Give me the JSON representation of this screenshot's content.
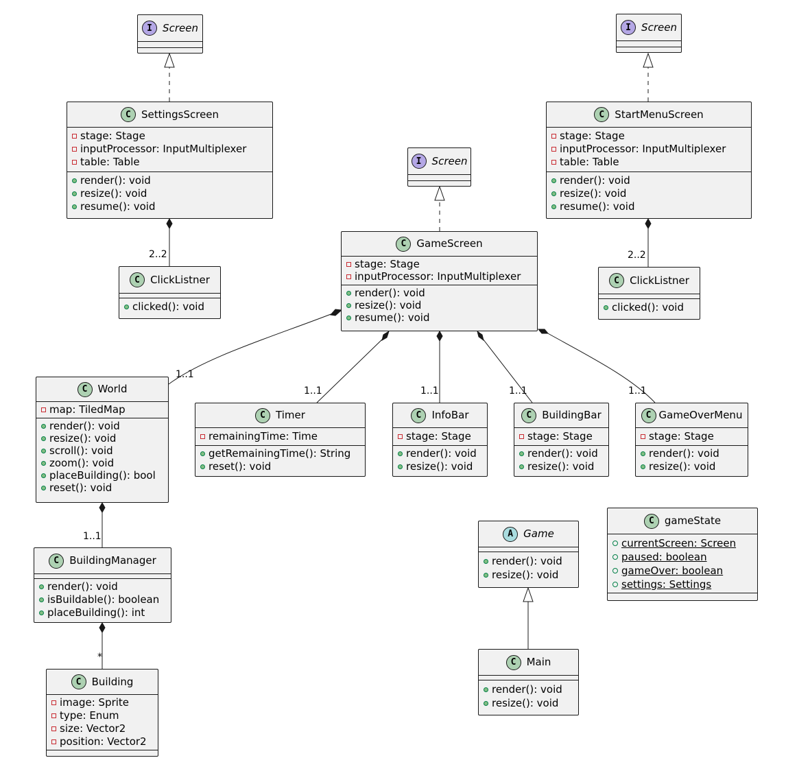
{
  "interfaces": {
    "screen_label": "Screen"
  },
  "abstract_game": {
    "name": "Game",
    "methods": [
      "render(): void",
      "resize(): void"
    ]
  },
  "classes": {
    "settings_screen": {
      "name": "SettingsScreen",
      "fields": [
        "stage: Stage",
        "inputProcessor: InputMultiplexer",
        "table: Table"
      ],
      "methods": [
        "render(): void",
        "resize(): void",
        "resume(): void"
      ]
    },
    "start_menu_screen": {
      "name": "StartMenuScreen",
      "fields": [
        "stage: Stage",
        "inputProcessor: InputMultiplexer",
        "table: Table"
      ],
      "methods": [
        "render(): void",
        "resize(): void",
        "resume(): void"
      ]
    },
    "game_screen": {
      "name": "GameScreen",
      "fields": [
        "stage: Stage",
        "inputProcessor: InputMultiplexer"
      ],
      "methods": [
        "render(): void",
        "resize(): void",
        "resume(): void"
      ]
    },
    "click_listner_left": {
      "name": "ClickListner",
      "methods": [
        "clicked(): void"
      ]
    },
    "click_listner_right": {
      "name": "ClickListner",
      "methods": [
        "clicked(): void"
      ]
    },
    "world": {
      "name": "World",
      "fields": [
        "map: TiledMap"
      ],
      "methods": [
        "render(): void",
        "resize(): void",
        "scroll(): void",
        "zoom(): void",
        "placeBuilding(): bool",
        "reset(): void"
      ]
    },
    "timer": {
      "name": "Timer",
      "fields": [
        "remainingTime: Time"
      ],
      "methods": [
        "getRemainingTime(): String",
        "reset(): void"
      ]
    },
    "info_bar": {
      "name": "InfoBar",
      "fields": [
        "stage: Stage"
      ],
      "methods": [
        "render(): void",
        "resize(): void"
      ]
    },
    "building_bar": {
      "name": "BuildingBar",
      "fields": [
        "stage: Stage"
      ],
      "methods": [
        "render(): void",
        "resize(): void"
      ]
    },
    "game_over_menu": {
      "name": "GameOverMenu",
      "fields": [
        "stage: Stage"
      ],
      "methods": [
        "render(): void",
        "resize(): void"
      ]
    },
    "building_manager": {
      "name": "BuildingManager",
      "methods": [
        "render(): void",
        "isBuildable(): boolean",
        "placeBuilding(): int"
      ]
    },
    "building": {
      "name": "Building",
      "fields": [
        "image: Sprite",
        "type: Enum",
        "size: Vector2",
        "position: Vector2"
      ]
    },
    "main": {
      "name": "Main",
      "methods": [
        "render(): void",
        "resize(): void"
      ]
    },
    "game_state": {
      "name": "gameState",
      "fields": [
        "currentScreen: Screen",
        "paused: boolean",
        "gameOver: boolean",
        "settings: Settings"
      ]
    }
  },
  "multiplicities": {
    "settings_click": "2..2",
    "start_click": "2..2",
    "world": "1..1",
    "timer": "1..1",
    "info_bar": "1..1",
    "building_bar": "1..1",
    "game_over_menu": "1..1",
    "building_manager": "1..1",
    "building": "*"
  },
  "colors": {
    "class_badge": "#add1b2",
    "interface_badge": "#b4a7e5",
    "abstract_badge": "#a9dcdf",
    "box_fill": "#f1f1f1",
    "border": "#181818",
    "private_marker": "#c82930",
    "public_marker": "#84be84"
  }
}
